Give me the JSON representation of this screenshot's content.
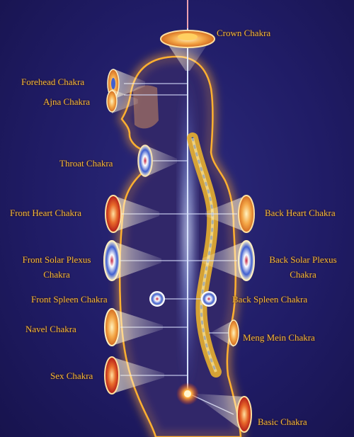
{
  "labels": {
    "crown": "Crown Chakra",
    "forehead": "Forehead Chakra",
    "ajna": "Ajna Chakra",
    "throat": "Throat Chakra",
    "front_heart": "Front Heart Chakra",
    "back_heart": "Back Heart Chakra",
    "front_solar_1": "Front Solar Plexus",
    "front_solar_2": "Chakra",
    "back_solar_1": "Back Solar Plexus",
    "back_solar_2": "Chakra",
    "front_spleen": "Front Spleen Chakra",
    "back_spleen": "Back Spleen Chakra",
    "navel": "Navel Chakra",
    "meng_mein": "Meng Mein Chakra",
    "sex": "Sex Chakra",
    "basic": "Basic Chakra"
  },
  "colors": {
    "background": "#201c66",
    "label": "#f2b93a",
    "body_glow": "#f0a020",
    "spine_column": "#8fa8ff",
    "spine_bone": "#e8b030"
  }
}
